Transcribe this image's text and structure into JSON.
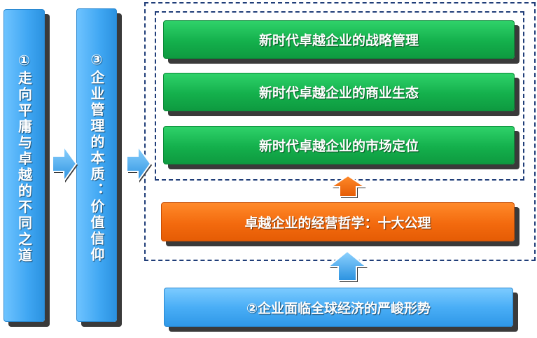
{
  "diagram": {
    "left_column": {
      "box1": "①走向平庸与卓越的不同之道",
      "box3": "③企业管理的本质：价值信仰"
    },
    "green_boxes": [
      "新时代卓越企业的战略管理",
      "新时代卓越企业的商业生态",
      "新时代卓越企业的市场定位"
    ],
    "orange_box": "卓越企业的经营哲学：十大公理",
    "bottom_box": "②企业面临全球经济的严峻形势",
    "colors": {
      "blue": "#3fa6f2",
      "green": "#14b04c",
      "orange": "#f36a0e",
      "dashed_border": "#1f3d78",
      "shadow": "#3a3a3a"
    }
  }
}
